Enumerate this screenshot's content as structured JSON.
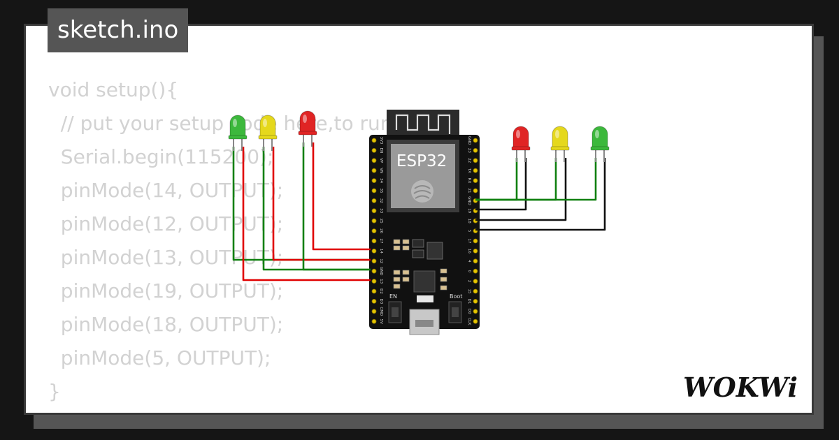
{
  "tab": {
    "filename": "sketch.ino"
  },
  "code": {
    "lines": [
      "void setup(){",
      "  // put your setup code here,to run once",
      "  Serial.begin(115200);",
      "  pinMode(14, OUTPUT);",
      "  pinMode(12, OUTPUT);",
      "  pinMode(13, OUTPUT);",
      "  pinMode(19, OUTPUT);",
      "  pinMode(18, OUTPUT);",
      "  pinMode(5, OUTPUT);",
      "}"
    ]
  },
  "board": {
    "chip_label": "ESP32",
    "en_label": "EN",
    "boot_label": "Boot",
    "left_pins": [
      "3V3",
      "EN",
      "VP",
      "VN",
      "34",
      "35",
      "32",
      "33",
      "25",
      "26",
      "27",
      "14",
      "12",
      "GND",
      "13",
      "D2",
      "D3",
      "CMD",
      "5V"
    ],
    "right_pins": [
      "GND",
      "23",
      "22",
      "TX",
      "RX",
      "21",
      "GND",
      "19",
      "18",
      "5",
      "17",
      "16",
      "4",
      "0",
      "2",
      "15",
      "D1",
      "D0",
      "CLK"
    ]
  },
  "leds": {
    "left": [
      {
        "color": "#3cb83c",
        "name": "green"
      },
      {
        "color": "#e5d81c",
        "name": "yellow"
      },
      {
        "color": "#e02424",
        "name": "red"
      }
    ],
    "right": [
      {
        "color": "#e02424",
        "name": "red"
      },
      {
        "color": "#e5d81c",
        "name": "yellow"
      },
      {
        "color": "#3cb83c",
        "name": "green"
      }
    ]
  },
  "wire_colors": {
    "green": "#108010",
    "red": "#e00000",
    "black": "#111111"
  },
  "brand": {
    "logo": "WOKWi"
  }
}
